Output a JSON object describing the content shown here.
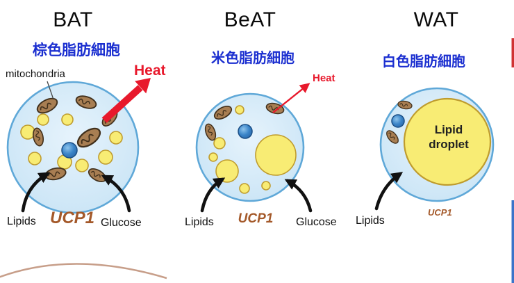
{
  "panels": {
    "bat": {
      "title": "BAT",
      "subtitle_zh": "棕色脂肪細胞",
      "mitochondria_label": "mitochondria",
      "heat_label": "Heat",
      "lipids_label": "Lipids",
      "ucp1_label": "UCP1",
      "glucose_label": "Glucose"
    },
    "beat": {
      "title": "BeAT",
      "subtitle_zh": "米色脂肪細胞",
      "heat_label": "Heat",
      "lipids_label": "Lipids",
      "ucp1_label": "UCP1",
      "glucose_label": "Glucose"
    },
    "wat": {
      "title": "WAT",
      "subtitle_zh": "白色脂肪細胞",
      "lipid_droplet_label": "Lipid droplet",
      "lipids_label": "Lipids",
      "ucp1_label": "UCP1"
    }
  },
  "colors": {
    "subtitle_blue": "#1b2fd0",
    "heat_red": "#e8192c",
    "ucp1_brown": "#a4592a",
    "cell_stroke": "#5fa8d8",
    "droplet_fill": "#f8ec74",
    "droplet_stroke": "#bf9c2e",
    "mito_fill": "#a87e52",
    "mito_stroke": "#41301c",
    "nucleus_stroke": "#1b4f86",
    "arrow_black": "#111111",
    "decorative_tan": "#bd8d74",
    "edge_blue": "#3b74c9",
    "edge_red": "#d03333"
  }
}
